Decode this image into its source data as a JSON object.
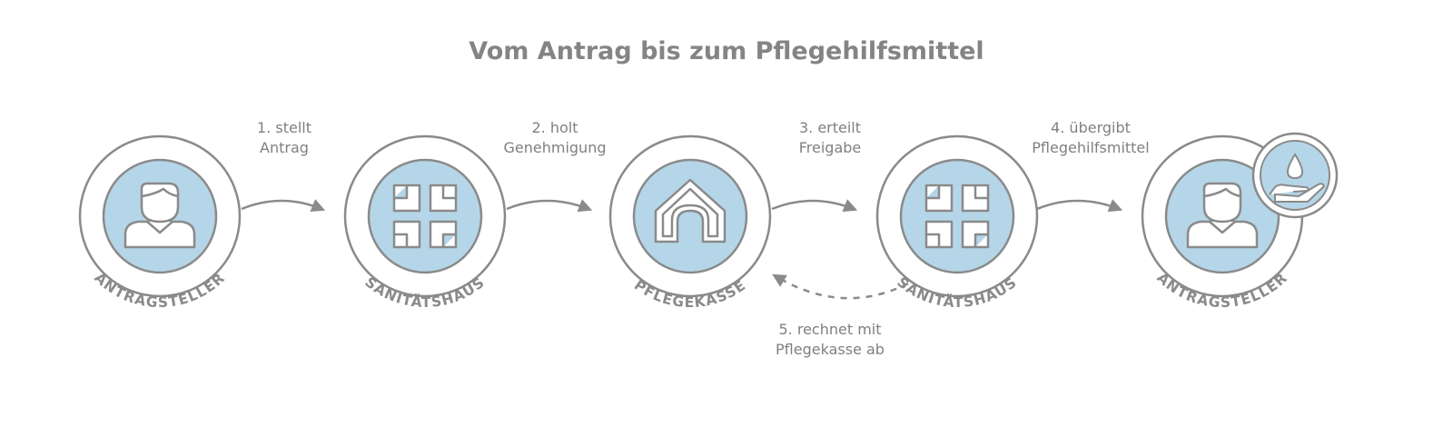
{
  "title": "Vom Antrag bis zum Pflegehilfsmittel",
  "nodes": [
    {
      "id": "n1",
      "label": "ANTRAGSTELLER",
      "icon": "person-icon"
    },
    {
      "id": "n2",
      "label": "SANITÄTSHAUS",
      "icon": "cross-icon"
    },
    {
      "id": "n3",
      "label": "PFLEGEKASSE",
      "icon": "house-icon"
    },
    {
      "id": "n4",
      "label": "SANITÄTSHAUS",
      "icon": "cross-icon"
    },
    {
      "id": "n5",
      "label": "ANTRAGSTELLER",
      "icon": "person-icon",
      "badge_icon": "water-drop-hand-icon"
    }
  ],
  "steps": [
    {
      "line1": "1. stellt",
      "line2": "Antrag"
    },
    {
      "line1": "2. holt",
      "line2": "Genehmigung"
    },
    {
      "line1": "3. erteilt",
      "line2": "Freigabe"
    },
    {
      "line1": "4. übergibt",
      "line2": "Pflegehilfsmittel"
    },
    {
      "line1": "5. rechnet mit",
      "line2": "Pflegekasse ab"
    }
  ],
  "colors": {
    "accent_fill": "#b5d6e8",
    "stroke": "#8a8a8a",
    "text": "#808080"
  }
}
